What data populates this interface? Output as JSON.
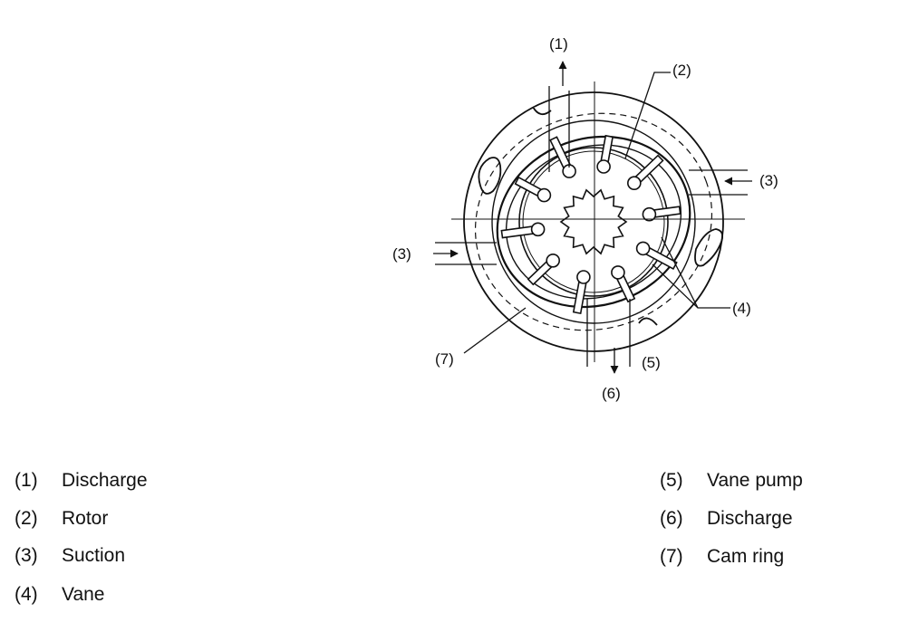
{
  "diagram": {
    "callouts": [
      "(1)",
      "(2)",
      "(3)",
      "(3)",
      "(4)",
      "(5)",
      "(6)",
      "(7)"
    ]
  },
  "legend": [
    {
      "num": "(1)",
      "label": "Discharge"
    },
    {
      "num": "(2)",
      "label": "Rotor"
    },
    {
      "num": "(3)",
      "label": "Suction"
    },
    {
      "num": "(4)",
      "label": "Vane"
    },
    {
      "num": "(5)",
      "label": "Vane pump"
    },
    {
      "num": "(6)",
      "label": "Discharge"
    },
    {
      "num": "(7)",
      "label": "Cam ring"
    }
  ]
}
